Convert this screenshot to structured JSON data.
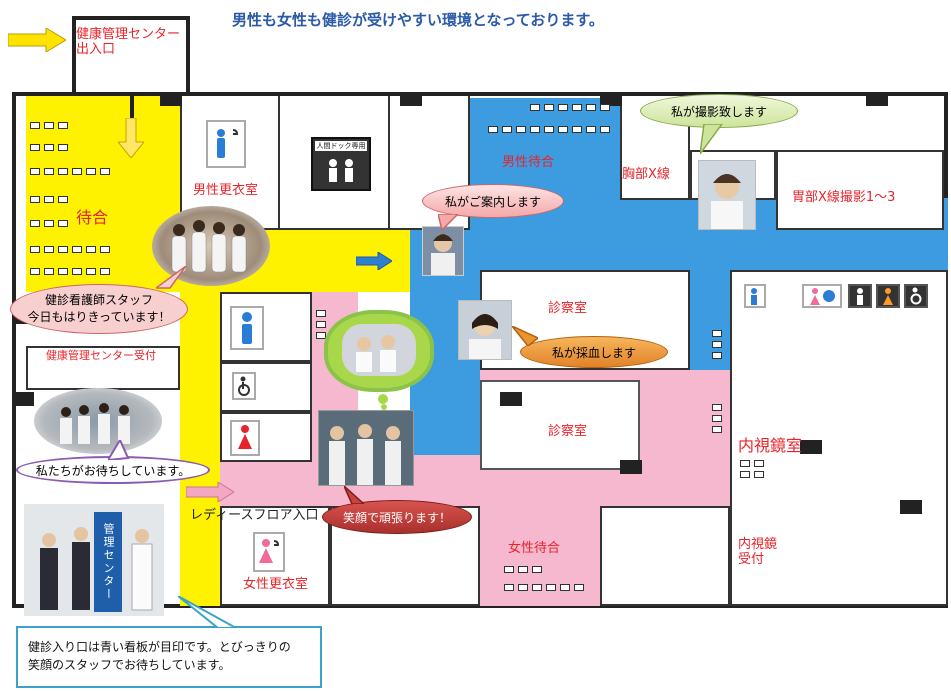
{
  "header": {
    "title": "男性も女性も健診が受けやすい環境となっております。"
  },
  "entrance": {
    "line1": "健康管理センター",
    "line2": "出入口"
  },
  "rooms": {
    "waiting": "待合",
    "male_locker": "男性更衣室",
    "dock_sign": "人間ドック専用",
    "male_waiting": "男性待合",
    "chest_xray": "胸部X線",
    "stomach_xray": "胃部X線撮影1～3",
    "exam_room_1": "診察室",
    "exam_room_2": "診察室",
    "endoscopy": "内視鏡室",
    "endoscopy_reception_1": "内視鏡",
    "endoscopy_reception_2": "受付",
    "reception": "健康管理センター受付",
    "ladies_entrance": "レディースフロア入口",
    "female_waiting": "女性待合",
    "female_locker": "女性更衣室",
    "center_sign": "管理センター"
  },
  "bubbles": {
    "nurses_1": "健診看護師スタッフ",
    "nurses_2": "今日もはりきっています！",
    "guide": "私がご案内します",
    "xray": "私が撮影致します",
    "blood": "私が採血します",
    "waiting_staff": "私たちがお待ちしています。",
    "smile": "笑顔で頑張ります！"
  },
  "note": {
    "line1": "健診入り口は青い看板が目印です。とびっきりの",
    "line2": "笑顔のスタッフでお待ちしています。"
  },
  "colors": {
    "yellow": "#fff200",
    "blue": "#3d9be0",
    "pink": "#f6b8cf",
    "label_red": "#e8242b",
    "title_blue": "#2a5aa8"
  }
}
